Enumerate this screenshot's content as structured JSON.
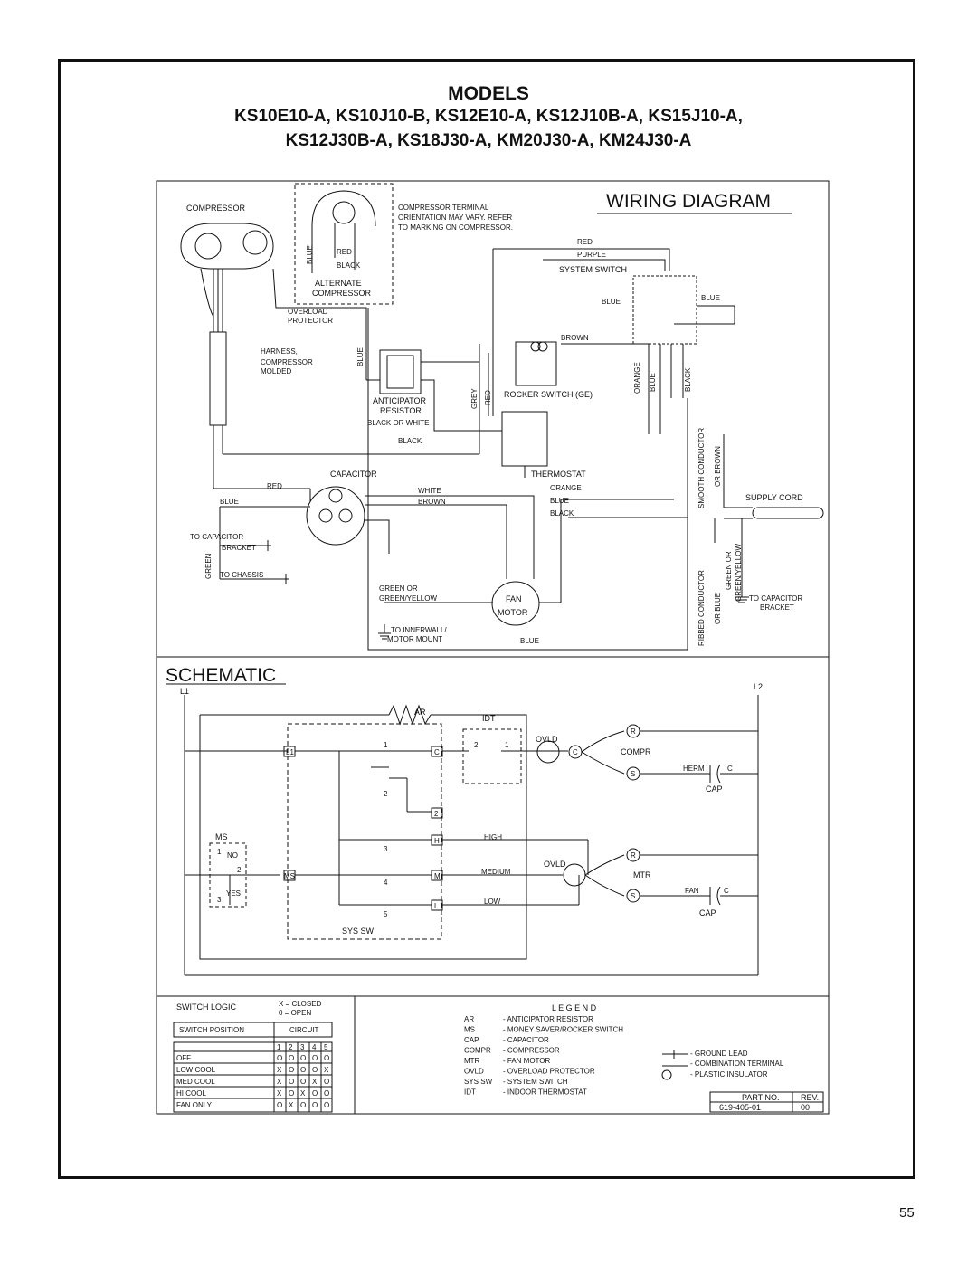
{
  "header": {
    "title": "MODELS",
    "models_line1": "KS10E10-A, KS10J10-B, KS12E10-A, KS12J10B-A, KS15J10-A,",
    "models_line2": "KS12J30B-A, KS18J30-A, KM20J30-A, KM24J30-A"
  },
  "wiring": {
    "title": "WIRING DIAGRAM",
    "compressor": "COMPRESSOR",
    "terminal_note": [
      "COMPRESSOR TERMINAL",
      "ORIENTATION MAY VARY. REFER",
      "TO MARKING ON COMPRESSOR."
    ],
    "alternate": [
      "ALTERNATE",
      "COMPRESSOR"
    ],
    "overload": [
      "OVERLOAD",
      "PROTECTOR"
    ],
    "harness": [
      "HARNESS,",
      "COMPRESSOR",
      "MOLDED"
    ],
    "anticipator": [
      "ANTICIPATOR",
      "RESISTOR"
    ],
    "black_or_white": "BLACK OR WHITE",
    "rocker": "ROCKER SWITCH (GE)",
    "system_switch": "SYSTEM SWITCH",
    "thermostat": "THERMOSTAT",
    "capacitor": "CAPACITOR",
    "to_capacitor_bracket": [
      "TO CAPACITOR",
      "BRACKET"
    ],
    "to_chassis": "TO CHASSIS",
    "green_or": [
      "GREEN OR",
      "GREEN/YELLOW"
    ],
    "to_innerwall": [
      "TO INNERWALL/",
      "MOTOR MOUNT"
    ],
    "fan_motor": [
      "FAN",
      "MOTOR"
    ],
    "supply_cord": "SUPPLY CORD",
    "smooth": [
      "SMOOTH CONDUCTOR",
      "OR BROWN"
    ],
    "ribbed": [
      "RIBBED CONDUCTOR",
      "OR BLUE"
    ],
    "green_yellow_v": [
      "GREEN OR",
      "GREEN/YELLOW"
    ],
    "to_cap_bracket_right": [
      "TO CAPACITOR",
      "BRACKET"
    ],
    "wires": {
      "red": "RED",
      "purple": "PURPLE",
      "blue": "BLUE",
      "black": "BLACK",
      "brown": "BROWN",
      "orange": "ORANGE",
      "white": "WHITE",
      "grey": "GREY",
      "green": "GREEN"
    }
  },
  "schematic": {
    "title": "SCHEMATIC",
    "labels": {
      "l1": "L1",
      "l2": "L2",
      "ar": "AR",
      "idt": "IDT",
      "ovld": "OVLD",
      "compr": "COMPR",
      "mtr": "MTR",
      "herm": "HERM",
      "fan": "FAN",
      "c": "C",
      "cap": "CAP",
      "ms": "MS",
      "sys_sw": "SYS SW",
      "high": "HIGH",
      "medium": "MEDIUM",
      "low": "LOW",
      "r": "R",
      "s": "S",
      "no": "NO",
      "yes": "YES",
      "n1": "1",
      "n2": "2",
      "n3": "3",
      "n4": "4",
      "n5": "5",
      "box_l1": "L1",
      "box_c": "C",
      "box_2": "2",
      "box_h": "H",
      "box_ms": "MS",
      "box_m": "M",
      "box_l": "L"
    }
  },
  "switch_logic": {
    "title": "SWITCH LOGIC",
    "key": [
      "X = CLOSED",
      "0 = OPEN"
    ],
    "col_position": "SWITCH POSITION",
    "col_circuit": "CIRCUIT",
    "circuits": [
      "1",
      "2",
      "3",
      "4",
      "5"
    ],
    "rows": [
      {
        "label": "OFF",
        "cells": [
          "O",
          "O",
          "O",
          "O",
          "O"
        ]
      },
      {
        "label": "LOW COOL",
        "cells": [
          "X",
          "O",
          "O",
          "O",
          "X"
        ]
      },
      {
        "label": "MED COOL",
        "cells": [
          "X",
          "O",
          "O",
          "X",
          "O"
        ]
      },
      {
        "label": "HI COOL",
        "cells": [
          "X",
          "O",
          "X",
          "O",
          "O"
        ]
      },
      {
        "label": "FAN ONLY",
        "cells": [
          "O",
          "X",
          "O",
          "O",
          "O"
        ]
      }
    ]
  },
  "legend": {
    "title": "L E G E N D",
    "items": [
      {
        "abbr": "AR",
        "desc": "- ANTICIPATOR RESISTOR"
      },
      {
        "abbr": "MS",
        "desc": "- MONEY SAVER/ROCKER SWITCH"
      },
      {
        "abbr": "CAP",
        "desc": "- CAPACITOR"
      },
      {
        "abbr": "COMPR",
        "desc": "- COMPRESSOR"
      },
      {
        "abbr": "MTR",
        "desc": "- FAN MOTOR"
      },
      {
        "abbr": "OVLD",
        "desc": "- OVERLOAD PROTECTOR"
      },
      {
        "abbr": "SYS SW",
        "desc": "- SYSTEM SWITCH"
      },
      {
        "abbr": "IDT",
        "desc": "- INDOOR THERMOSTAT"
      }
    ],
    "symbols": [
      "- GROUND LEAD",
      "- COMBINATION TERMINAL",
      "- PLASTIC INSULATOR"
    ]
  },
  "part": {
    "label": "PART NO.",
    "rev_label": "REV.",
    "number": "619-405-01",
    "rev": "00"
  },
  "page_number": "55"
}
